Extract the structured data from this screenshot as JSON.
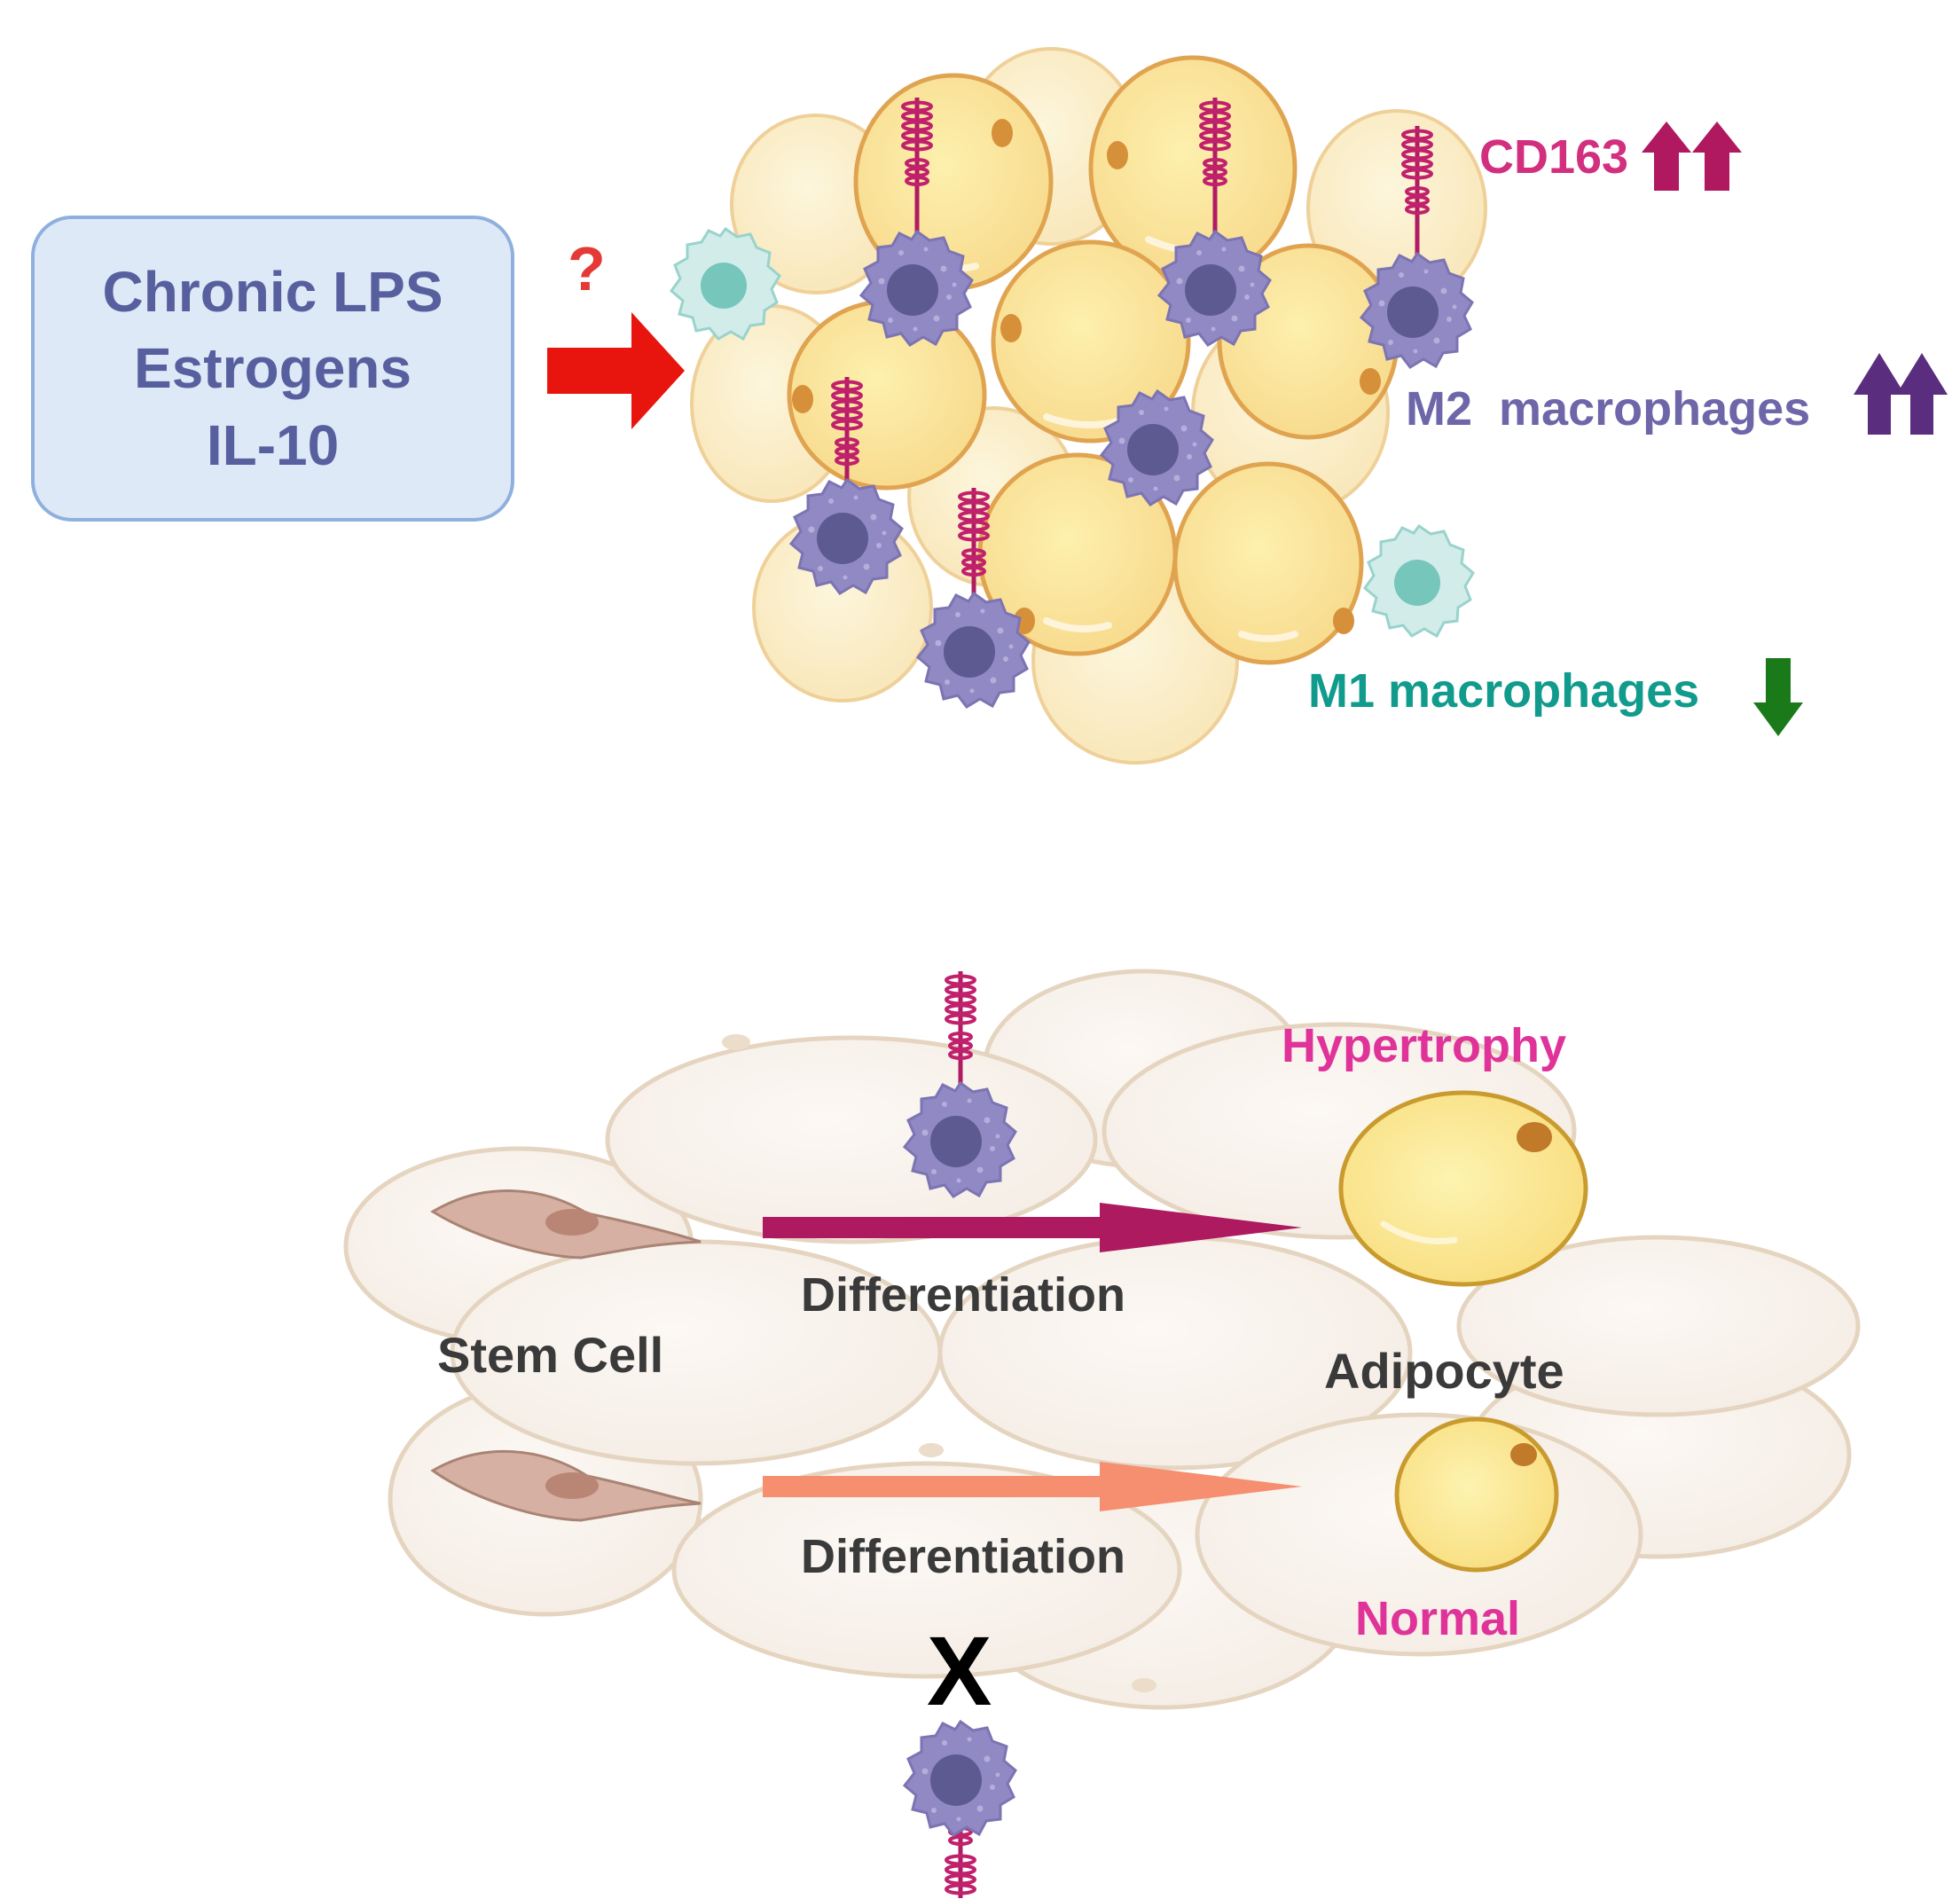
{
  "factors": {
    "lines": [
      "Chronic LPS",
      "Estrogens",
      "IL-10"
    ]
  },
  "question_mark": "?",
  "markers": {
    "cd163": "CD163",
    "m2": "M2  macrophages",
    "m1": "M1 macrophages"
  },
  "differentiation": {
    "stem_cell": "Stem Cell",
    "upper_arrow": "Differentiation",
    "lower_arrow": "Differentiation",
    "adipocyte": "Adipocyte",
    "hypertrophy": "Hypertrophy",
    "normal": "Normal",
    "blocked_mark": "X"
  },
  "colors": {
    "factor_text": "#575f9e",
    "factor_box_fill": "#dde9f6",
    "factor_box_border": "#8fb0de",
    "question": "#e53935",
    "trigger_arrow": "#e8150e",
    "cd163": "#d22f7f",
    "cd163_arrows": "#b0195f",
    "m2": "#6d66a9",
    "m2_arrows": "#5a2d7e",
    "m1": "#109b8c",
    "m1_arrow": "#1a7a1a",
    "hypertrophy_arrow": "#ad1a60",
    "normal_arrow": "#f58f70",
    "status_text": "#e0339a",
    "label_text": "#3a3a3a"
  }
}
